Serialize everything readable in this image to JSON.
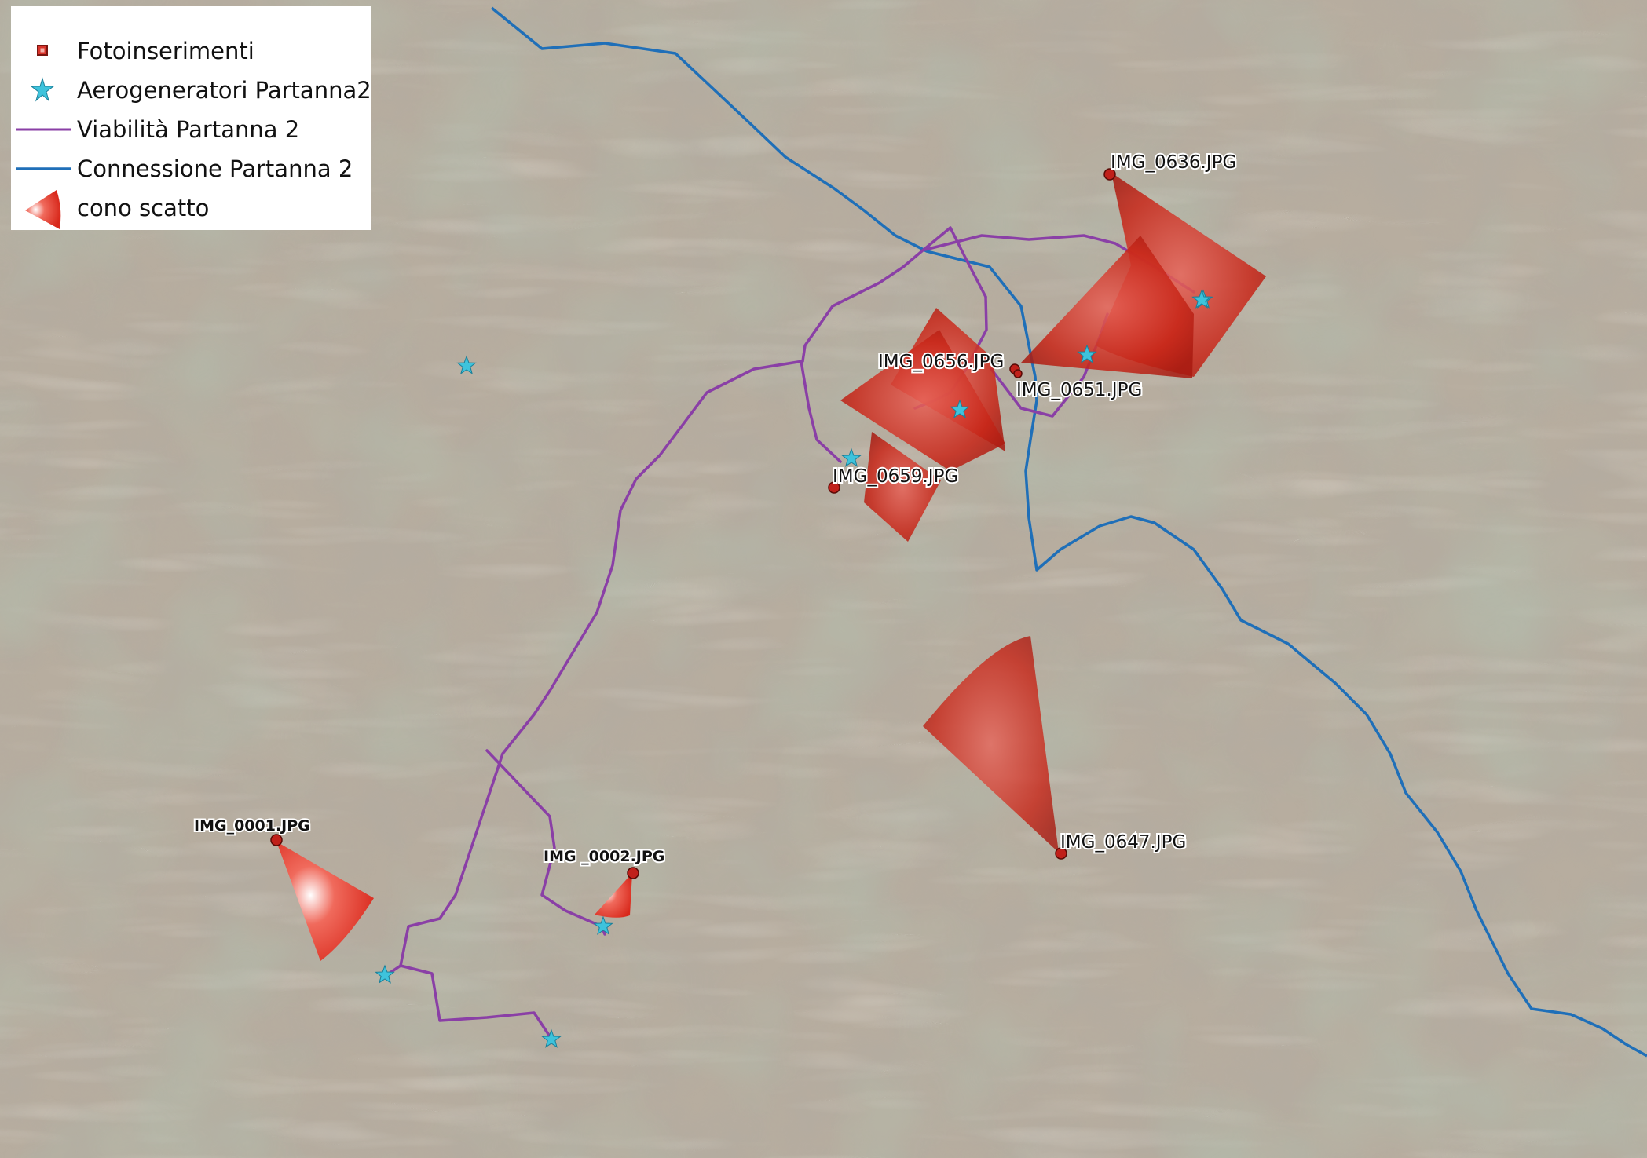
{
  "legend": {
    "items": [
      {
        "label": "Fotoinserimenti",
        "symbol": "square-point-icon",
        "color": "#d9342b"
      },
      {
        "label": "Aerogeneratori Partanna2",
        "symbol": "star-icon",
        "color": "#3ec3dc"
      },
      {
        "label": "Viabilità Partanna 2",
        "symbol": "line-icon",
        "color": "#8a3fa6"
      },
      {
        "label": "Connessione Partanna 2",
        "symbol": "line-icon",
        "color": "#1f6fb8"
      },
      {
        "label": "cono scatto",
        "symbol": "cone-icon",
        "color": "#d42a1c"
      }
    ]
  },
  "photo_points": [
    {
      "label": "IMG_0636.JPG"
    },
    {
      "label": "IMG_0656.JPG"
    },
    {
      "label": "IMG_0651.JPG"
    },
    {
      "label": "IMG_0659.JPG"
    },
    {
      "label": "IMG_0647.JPG"
    },
    {
      "label": "IMG_0001.JPG"
    },
    {
      "label": "IMG _0002.JPG"
    }
  ],
  "colors": {
    "terrain": "#b7ad9f",
    "terrain_green": "#9fae94",
    "road": "#8a3fa6",
    "connection": "#1f6fb8",
    "cone": "#d42a1c",
    "turbine": "#3ec3dc",
    "photo_point": "#c0201a"
  }
}
